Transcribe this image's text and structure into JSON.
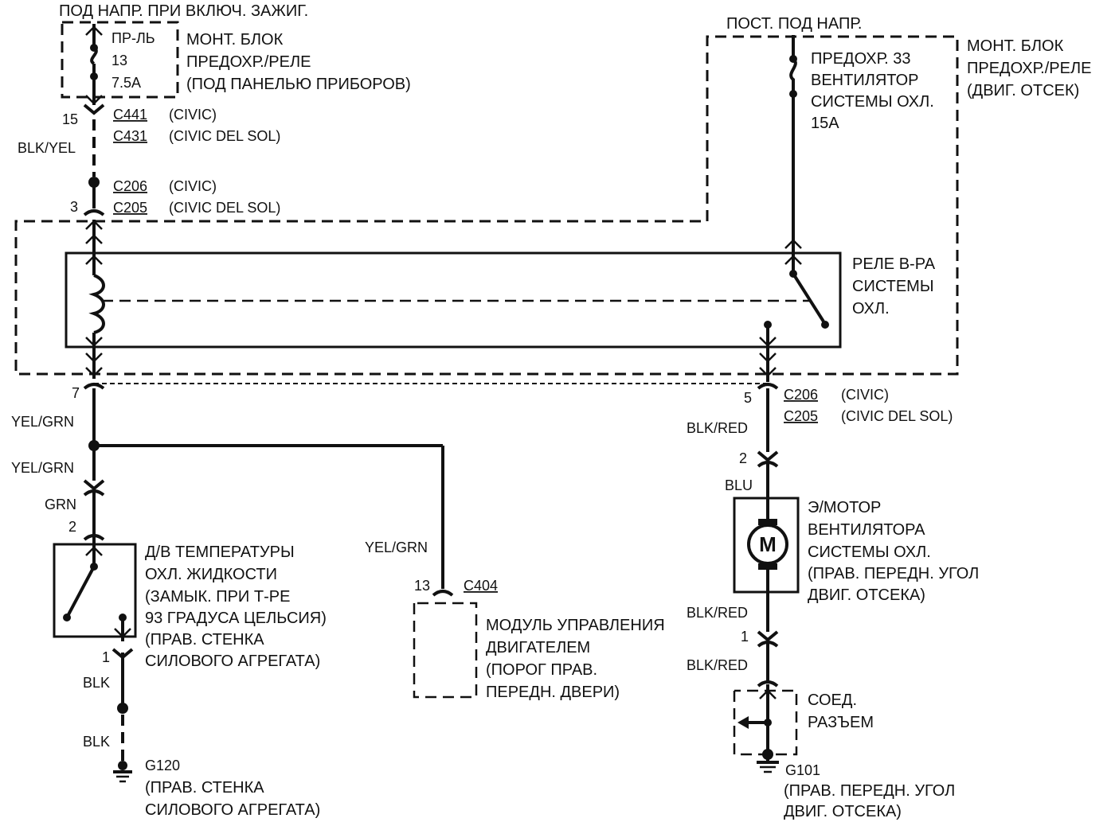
{
  "colors": {
    "ink": "#111111",
    "background": "#ffffff"
  },
  "top_left": {
    "supply": "ПОД НАПР. ПРИ ВКЛЮЧ. ЗАЖИГ.",
    "fuse_label_1": "ПР-ЛЬ",
    "fuse_label_2": "13",
    "fuse_label_3": "7.5A",
    "block_1": "МОНТ. БЛОК",
    "block_2": "ПРЕДОХР./РЕЛЕ",
    "block_3": "(ПОД ПАНЕЛЬЮ ПРИБОРОВ)"
  },
  "top_right": {
    "supply": "ПОСТ. ПОД НАПР.",
    "fuse_1": "ПРЕДОХР. 33",
    "fuse_2": "ВЕНТИЛЯТОР",
    "fuse_3": "СИСТЕМЫ ОХЛ.",
    "fuse_4": "15A",
    "block_1": "МОНТ. БЛОК",
    "block_2": "ПРЕДОХР./РЕЛЕ",
    "block_3": "(ДВИГ. ОТСЕК)"
  },
  "connectors": {
    "pin_15": "15",
    "c441": "C441",
    "c441_note": "(CIVIC)",
    "c431": "C431",
    "c431_note": "(CIVIC DEL SOL)",
    "c206": "C206",
    "c206_note": "(CIVIC)",
    "pin_3": "3",
    "c205": "C205",
    "c205_note": "(CIVIC DEL SOL)",
    "pin_7": "7",
    "pin_5": "5",
    "c206_b": "C206",
    "c206_b_note": "(CIVIC)",
    "c205_b": "C205",
    "c205_b_note": "(CIVIC DEL SOL)",
    "pin_2_left": "2",
    "pin_1_left": "1",
    "pin_13": "13",
    "c404": "C404",
    "pin_2_right": "2",
    "pin_1_right": "1"
  },
  "wires": {
    "blk_yel": "BLK/YEL",
    "yel_grn_1": "YEL/GRN",
    "yel_grn_2": "YEL/GRN",
    "grn": "GRN",
    "blk_1": "BLK",
    "blk_2": "BLK",
    "yel_grn_3": "YEL/GRN",
    "blk_red_1": "BLK/RED",
    "blu": "BLU",
    "blk_red_2": "BLK/RED",
    "blk_red_3": "BLK/RED"
  },
  "relay": {
    "line_1": "РЕЛЕ В-РА",
    "line_2": "СИСТЕМЫ",
    "line_3": "ОХЛ."
  },
  "sensor": {
    "line_1": "Д/В ТЕМПЕРАТУРЫ",
    "line_2": "ОХЛ. ЖИДКОСТИ",
    "line_3": "(ЗАМЫК. ПРИ Т-РЕ",
    "line_4": "93 ГРАДУСА ЦЕЛЬСИЯ)",
    "line_5": "(ПРАВ. СТЕНКА",
    "line_6": "СИЛОВОГО АГРЕГАТА)"
  },
  "ecm": {
    "line_1": "МОДУЛЬ УПРАВЛЕНИЯ",
    "line_2": "ДВИГАТЕЛЕМ",
    "line_3": "(ПОРОГ ПРАВ.",
    "line_4": "ПЕРЕДН. ДВЕРИ)"
  },
  "motor": {
    "symbol": "M",
    "line_1": "Э/МОТОР",
    "line_2": "ВЕНТИЛЯТОРА",
    "line_3": "СИСТЕМЫ ОХЛ.",
    "line_4": "(ПРАВ. ПЕРЕДН. УГОЛ",
    "line_5": "ДВИГ. ОТСЕКА)"
  },
  "joint": {
    "line_1": "СОЕД.",
    "line_2": "РАЗЪЕМ"
  },
  "grounds": {
    "g120": "G120",
    "g120_1": "(ПРАВ. СТЕНКА",
    "g120_2": "СИЛОВОГО АГРЕГАТА)",
    "g101": "G101",
    "g101_1": "(ПРАВ. ПЕРЕДН. УГОЛ",
    "g101_2": "ДВИГ. ОТСЕКА)"
  }
}
